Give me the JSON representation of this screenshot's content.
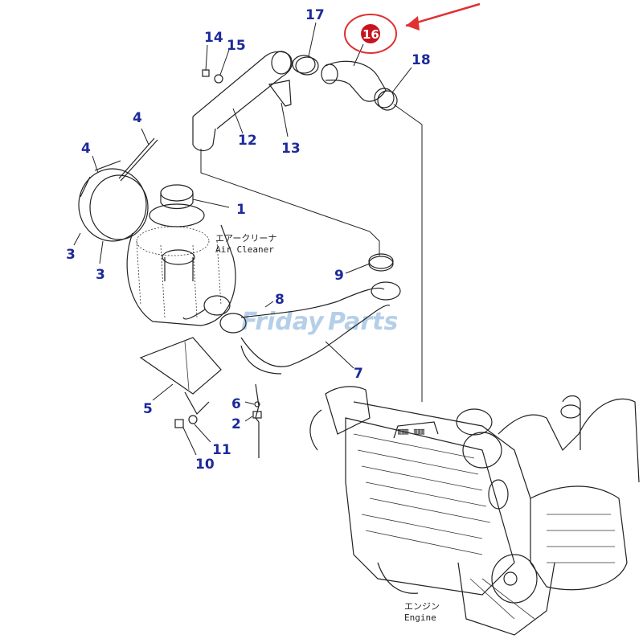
{
  "diagram": {
    "captions": {
      "air_cleaner_jp": "エアークリーナ",
      "air_cleaner_en": "Air Cleaner",
      "engine_jp": "エンジン",
      "engine_en": "Engine"
    },
    "watermark": {
      "left": "Friday",
      "right": "Parts"
    },
    "callouts": {
      "c1": "1",
      "c2": "2",
      "c3a": "3",
      "c3b": "3",
      "c4a": "4",
      "c4b": "4",
      "c5": "5",
      "c6": "6",
      "c7": "7",
      "c8": "8",
      "c9": "9",
      "c10": "10",
      "c11": "11",
      "c12": "12",
      "c13": "13",
      "c14": "14",
      "c15": "15",
      "c16": "16",
      "c17": "17",
      "c18": "18"
    },
    "highlight": {
      "part": "16",
      "color": "#e03030",
      "callout_color": "#1c2a9a"
    }
  }
}
